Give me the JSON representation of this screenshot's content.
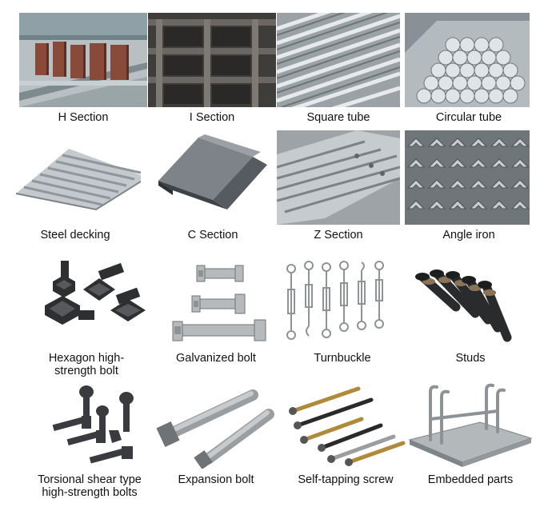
{
  "products": [
    {
      "id": "h-section",
      "label": "H Section"
    },
    {
      "id": "i-section",
      "label": "I Section"
    },
    {
      "id": "square-tube",
      "label": "Square tube"
    },
    {
      "id": "circular-tube",
      "label": "Circular tube"
    },
    {
      "id": "steel-decking",
      "label": "Steel decking"
    },
    {
      "id": "c-section",
      "label": "C Section"
    },
    {
      "id": "z-section",
      "label": "Z Section"
    },
    {
      "id": "angle-iron",
      "label": "Angle iron"
    },
    {
      "id": "hexagon-bolt",
      "label_line1": "Hexagon high-",
      "label_line2": "strength bolt"
    },
    {
      "id": "galvanized-bolt",
      "label": "Galvanized bolt"
    },
    {
      "id": "turnbuckle",
      "label": "Turnbuckle"
    },
    {
      "id": "studs",
      "label": "Studs"
    },
    {
      "id": "torsional-bolts",
      "label_line1": "Torsional shear type",
      "label_line2": "high-strength bolts"
    },
    {
      "id": "expansion-bolt",
      "label": "Expansion bolt"
    },
    {
      "id": "self-tapping",
      "label": "Self-tapping screw"
    },
    {
      "id": "embedded-parts",
      "label": "Embedded parts"
    }
  ]
}
